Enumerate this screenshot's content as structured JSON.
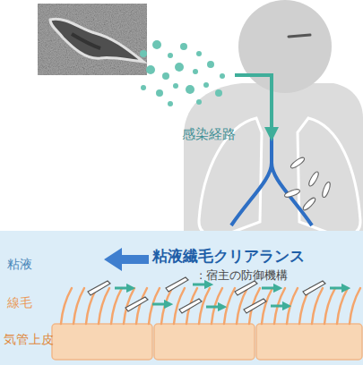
{
  "diagram": {
    "nodes": [
      {
        "text": [
          "粘液繊毛クリアランス",
          ": 宿主の防御機構"
        ]
      }
    ],
    "labels": [
      "感染経路",
      "粘液",
      "線毛",
      "気管上皮"
    ]
  }
}
